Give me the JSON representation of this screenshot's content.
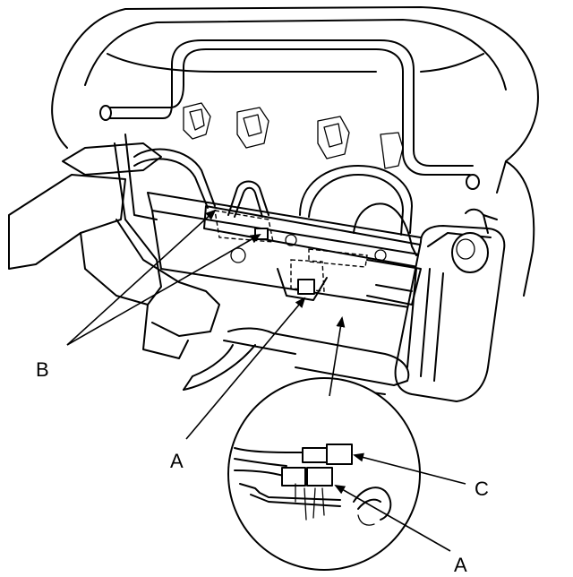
{
  "callouts": {
    "b": "B",
    "a_upper": "A",
    "c": "C",
    "a_lower": "A"
  },
  "colors": {
    "ink": "#000000",
    "paper": "#ffffff"
  }
}
